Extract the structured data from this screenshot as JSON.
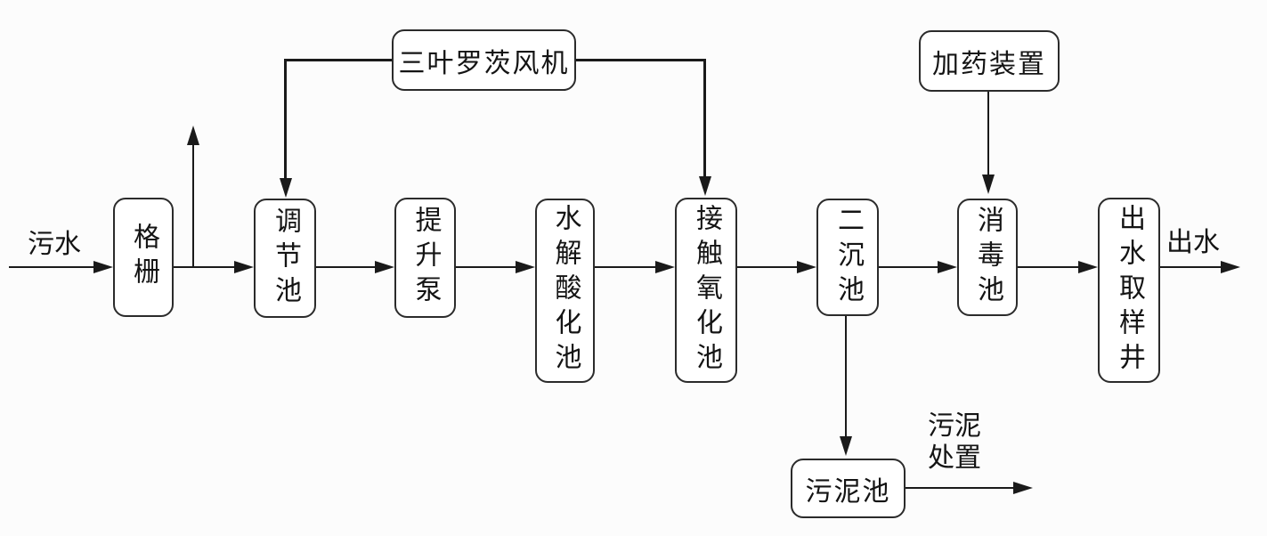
{
  "diagram_type": "flowchart",
  "background": "#fcfcfc",
  "colors": {
    "line": "#1a1a1a",
    "box_border": "#2b2b2b",
    "box_fill": "#ffffff",
    "text": "#141414"
  },
  "flow_labels": {
    "influent": "污水",
    "effluent": "出水",
    "sludge_disposal": "污泥\n处置"
  },
  "nodes": [
    {
      "id": "grate",
      "label": "格栅"
    },
    {
      "id": "regulating-tank",
      "label": "调节池"
    },
    {
      "id": "lift-pump",
      "label": "提升泵"
    },
    {
      "id": "hydrolysis-acidification-tank",
      "label": "水解酸化池"
    },
    {
      "id": "contact-oxidation-tank",
      "label": "接触氧化池"
    },
    {
      "id": "secondary-sedimentation-tank",
      "label": "二沉池"
    },
    {
      "id": "disinfection-tank",
      "label": "消毒池"
    },
    {
      "id": "outlet-sampling-well",
      "label": "出水取样井"
    },
    {
      "id": "roots-blower",
      "label": "三叶罗茨风机"
    },
    {
      "id": "dosing-device",
      "label": "加药装置"
    },
    {
      "id": "sludge-tank",
      "label": "污泥池"
    }
  ],
  "edges": [
    "污水 -> 格栅",
    "格栅 -> 调节池",
    "格栅/调节池连线 -> 排气(向上箭头)",
    "调节池 -> 提升泵",
    "提升泵 -> 水解酸化池",
    "水解酸化池 -> 接触氧化池",
    "接触氧化池 -> 二沉池",
    "二沉池 -> 消毒池",
    "消毒池 -> 出水取样井",
    "出水取样井 -> 出水",
    "三叶罗茨风机 -> 调节池",
    "三叶罗茨风机 -> 接触氧化池",
    "加药装置 -> 消毒池",
    "二沉池 -> 污泥池",
    "污泥池 -> 污泥处置"
  ]
}
